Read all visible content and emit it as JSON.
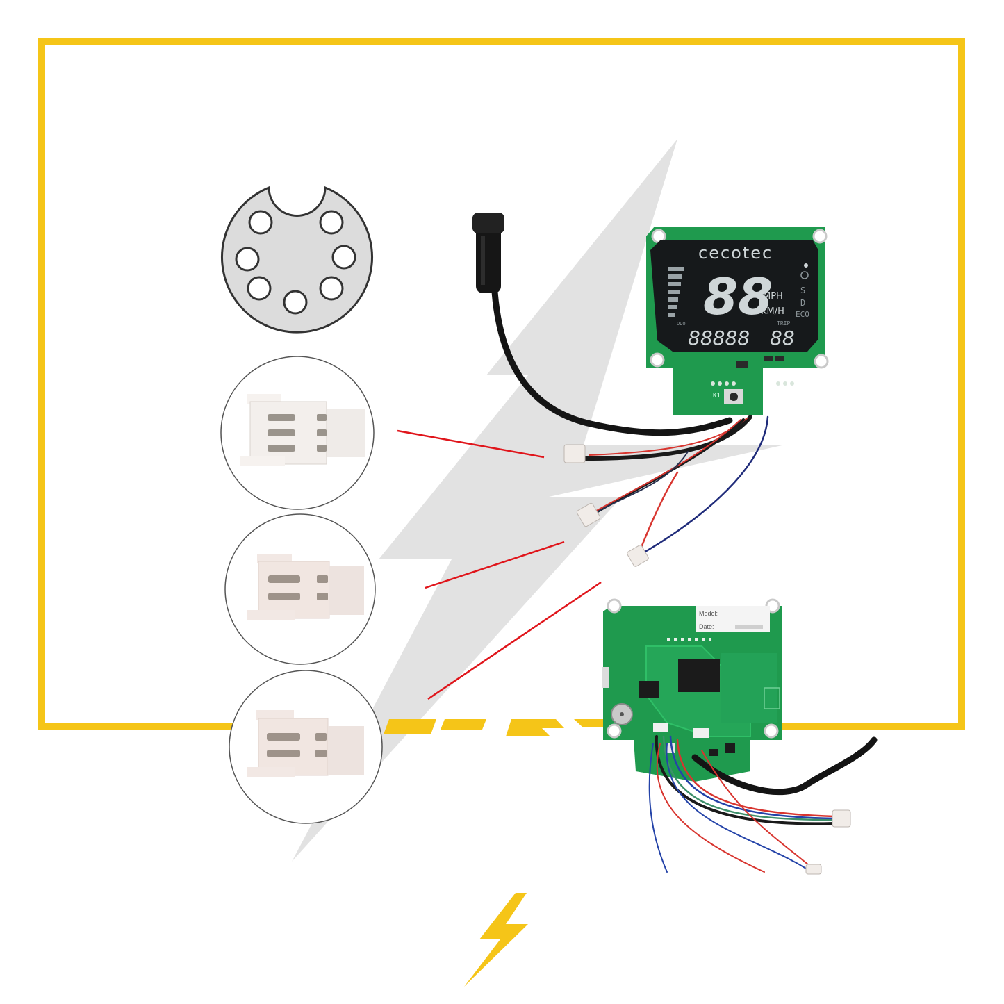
{
  "colors": {
    "frame": "#f5c518",
    "watermark": "#e1e1e1",
    "pcb": "#1f9a4e",
    "lcd": "#16191b",
    "pointer": "#e0151b",
    "connector": "#f3ece8",
    "pin": "#9a948c"
  },
  "display": {
    "brand": "cecotec",
    "speed_digits": "88",
    "unit_mph": "MPH",
    "unit_kmh": "KM/H",
    "odo_label": "ODO",
    "odo_digits": "88888",
    "trip_label": "TRIP",
    "trip_digits": "88",
    "mode_s": "S",
    "mode_d": "D",
    "mode_eco": "ECO",
    "button_label": "K1"
  },
  "controller": {
    "label_model": "Model:",
    "label_date": "Date:"
  },
  "icons": {
    "round_plug": "eight-pin-round-connector-icon",
    "connector_3pin": "three-pin-jst-connector-icon",
    "connector_2pin": "two-pin-jst-connector-icon",
    "logo": "lightning-bolt-logo-icon"
  }
}
